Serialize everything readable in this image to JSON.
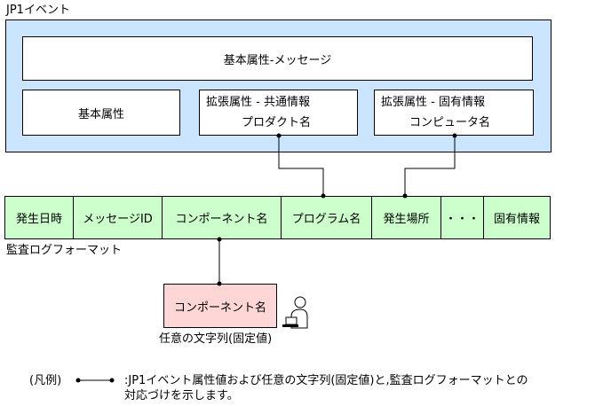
{
  "jp1_event": {
    "title": "JP1イベント",
    "message_box": "基本属性-メッセージ",
    "basic_box": "基本属性",
    "ext_common": {
      "line1": "拡張属性 - 共通情報",
      "line2": "プロダクト名"
    },
    "ext_specific": {
      "line1": "拡張属性 - 固有情報",
      "line2": "コンピュータ名"
    }
  },
  "audit_format": {
    "cells": [
      "発生日時",
      "メッセージID",
      "コンポーネント名",
      "プログラム名",
      "発生場所",
      "・・・",
      "固有情報"
    ],
    "caption": "監査ログフォーマット"
  },
  "user_input": {
    "box_label": "コンポーネント名",
    "caption": "任意の文字列(固定値)"
  },
  "legend": {
    "prefix": "(凡例)",
    "line1": ":JP1イベント属性値および任意の文字列(固定値)と,監査ログフォーマットとの",
    "line2": "対応づけを示します。"
  },
  "colors": {
    "jp1_bg": "#cce5ff",
    "audit_bg": "#ccffcc",
    "user_bg": "#ffd6d6"
  }
}
